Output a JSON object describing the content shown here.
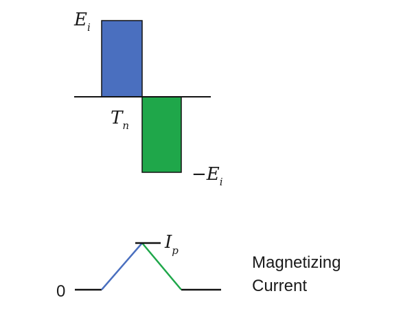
{
  "voltage_waveform": {
    "positive_label": {
      "base": "E",
      "sub": "i"
    },
    "negative_label": {
      "prefix": "−",
      "base": "E",
      "sub": "i"
    },
    "time_label": {
      "base": "T",
      "sub": "n"
    },
    "positive_color": "#4a6fbf",
    "negative_color": "#1fa74a"
  },
  "current_waveform": {
    "zero_label": "0",
    "peak_label": {
      "base": "I",
      "sub": "p"
    },
    "rise_color": "#4a6fbf",
    "fall_color": "#1fa74a",
    "caption_line1": "Magnetizing",
    "caption_line2": "Current"
  }
}
